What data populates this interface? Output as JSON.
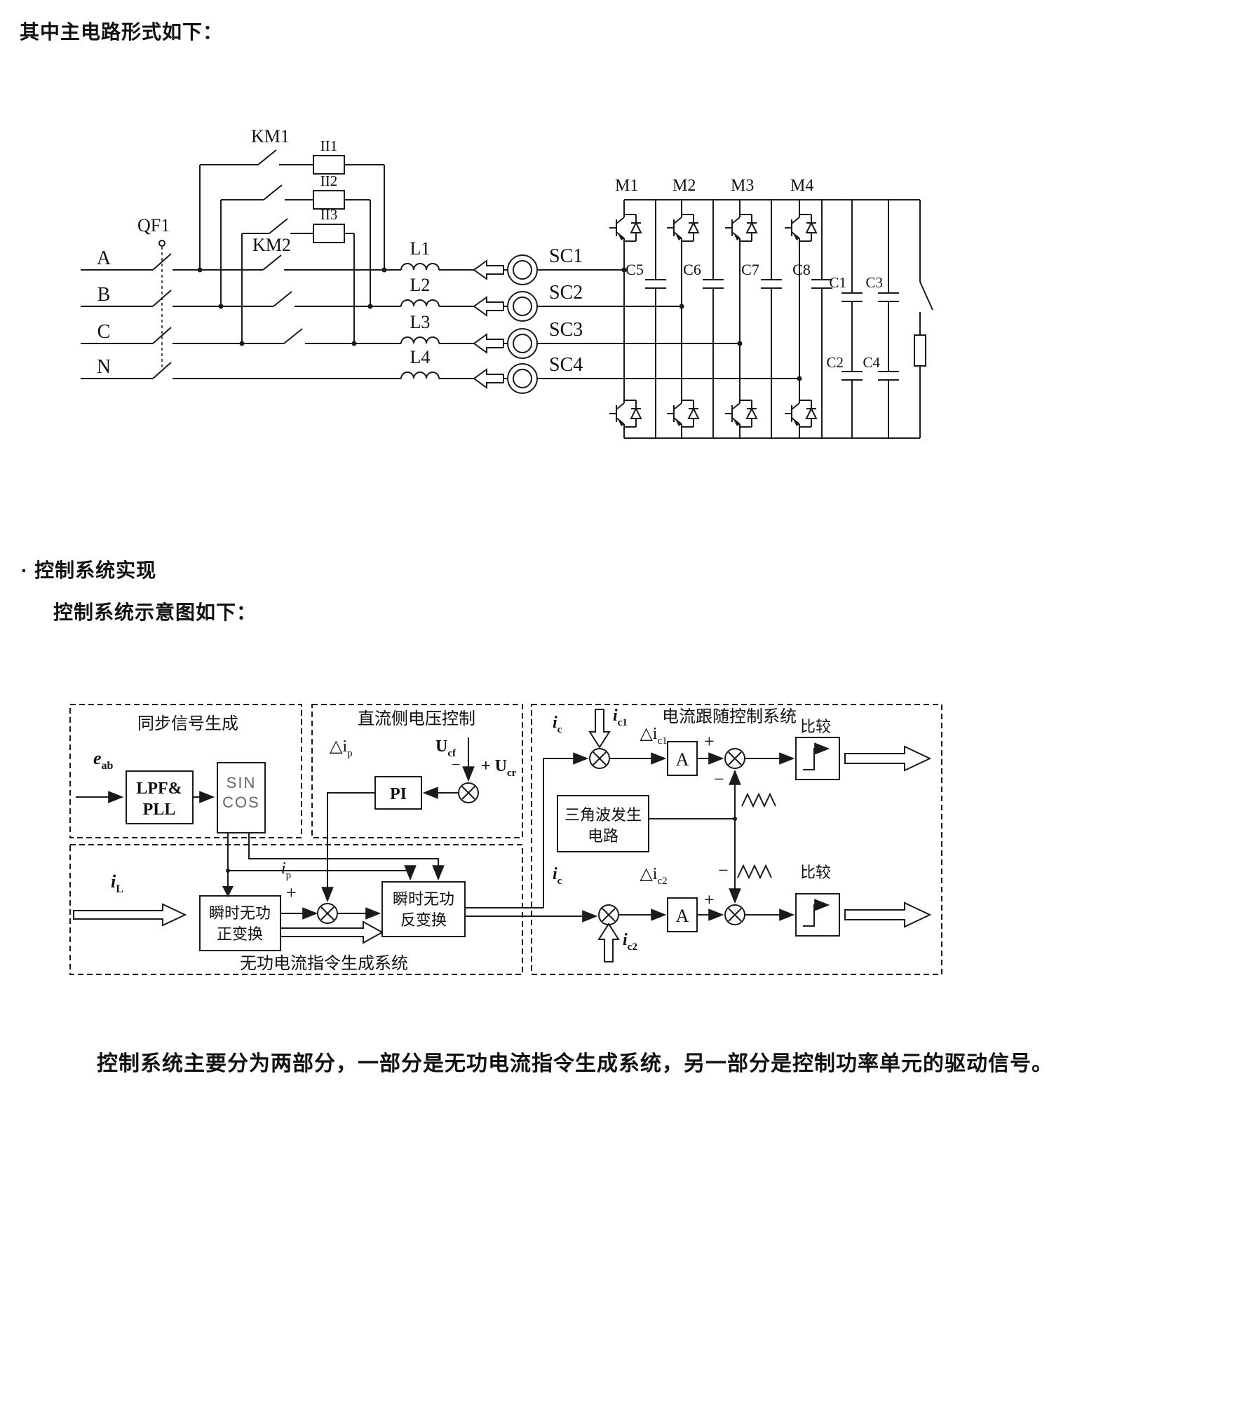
{
  "page": {
    "heading": "其中主电路形式如下：",
    "section_bullet": "· 控制系统实现",
    "section_sub": "控制系统示意图如下：",
    "footer": "控制系统主要分为两部分，一部分是无功电流指令生成系统，另一部分是控制功率单元的驱动信号。"
  },
  "colors": {
    "ink": "#1a1a1a",
    "background": "#ffffff"
  },
  "main_circuit": {
    "breaker": "QF1",
    "contactor1": "KM1",
    "contactor2": "KM2",
    "relays": [
      "II1",
      "II2",
      "II3"
    ],
    "phases": [
      "A",
      "B",
      "C",
      "N"
    ],
    "inductors": [
      "L1",
      "L2",
      "L3",
      "L4"
    ],
    "sensors": [
      "SC1",
      "SC2",
      "SC3",
      "SC4"
    ],
    "modules": [
      "M1",
      "M2",
      "M3",
      "M4"
    ],
    "module_caps": [
      "C5",
      "C6",
      "C7",
      "C8"
    ],
    "dc_caps": [
      "C1",
      "C2",
      "C3",
      "C4"
    ]
  },
  "control": {
    "box1_title": "同步信号生成",
    "box2_title": "直流侧电压控制",
    "box3_title": "电流跟随控制系统",
    "box4_title": "无功电流指令生成系统",
    "lpf_line1": "LPF&",
    "lpf_line2": "PLL",
    "sin": "SIN",
    "cos": "COS",
    "pi": "PI",
    "amp": "A",
    "compare": "比较",
    "tri_line1": "三角波发生",
    "tri_line2": "电路",
    "fwd_line1": "瞬时无功",
    "fwd_line2": "正变换",
    "inv_line1": "瞬时无功",
    "inv_line2": "反变换",
    "plus": "+",
    "minus": "−",
    "signals": {
      "e_ab": {
        "base": "e",
        "sub": "ab"
      },
      "d_ip": {
        "base": "△i",
        "sub": "p"
      },
      "u_cf": {
        "base": "U",
        "sub": "cf"
      },
      "u_cr": {
        "base": "+ U",
        "sub": "cr"
      },
      "i_c_top": {
        "base": "i",
        "sub": "c"
      },
      "i_c1": {
        "base": "i",
        "sub": "c1"
      },
      "d_ic1": {
        "base": "△i",
        "sub": "c1"
      },
      "i_c_bot": {
        "base": "i",
        "sub": "c"
      },
      "d_ic2": {
        "base": "△i",
        "sub": "c2"
      },
      "i_c2": {
        "base": "i",
        "sub": "c2"
      },
      "i_L": {
        "base": "i",
        "sub": "L"
      },
      "i_p": {
        "base": "i",
        "sub": "p"
      }
    }
  }
}
